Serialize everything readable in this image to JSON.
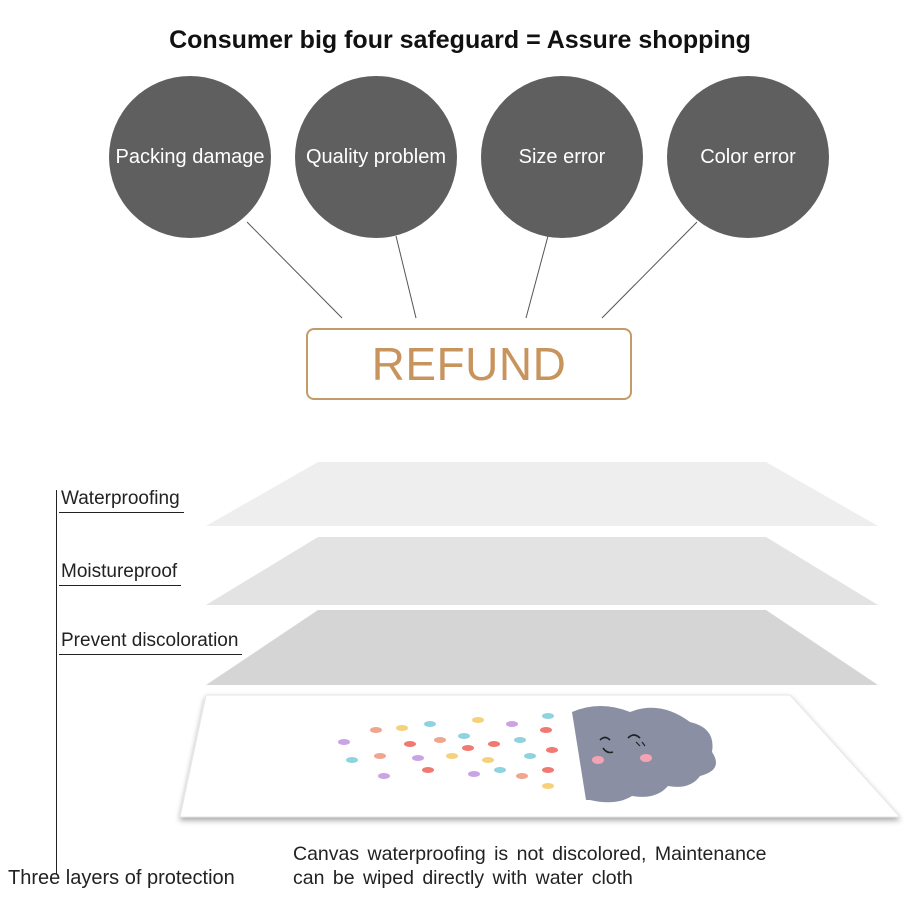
{
  "title": "Consumer big four safeguard = Assure shopping",
  "safeguards": [
    {
      "label": "Packing  damage"
    },
    {
      "label": "Quality  problem"
    },
    {
      "label": "Size  error"
    },
    {
      "label": "Color  error"
    }
  ],
  "refund_label": "REFUND",
  "layers": [
    {
      "label": "Waterproofing"
    },
    {
      "label": "Moistureproof"
    },
    {
      "label": "Prevent  discoloration"
    }
  ],
  "layers_summary": "Three layers of protection",
  "caption": {
    "line1": "Canvas  waterproofing  is  not  discolored,  Maintenance",
    "line2": "can  be  wiped  directly  with  water  cloth"
  },
  "colors": {
    "circle": "#5f5f5f",
    "refund_accent": "#c8945e",
    "layer_top": "#eeeeee",
    "layer_mid": "#e2e2e2",
    "layer_low": "#d4d4d4",
    "cloud": "#8a8fa3"
  }
}
